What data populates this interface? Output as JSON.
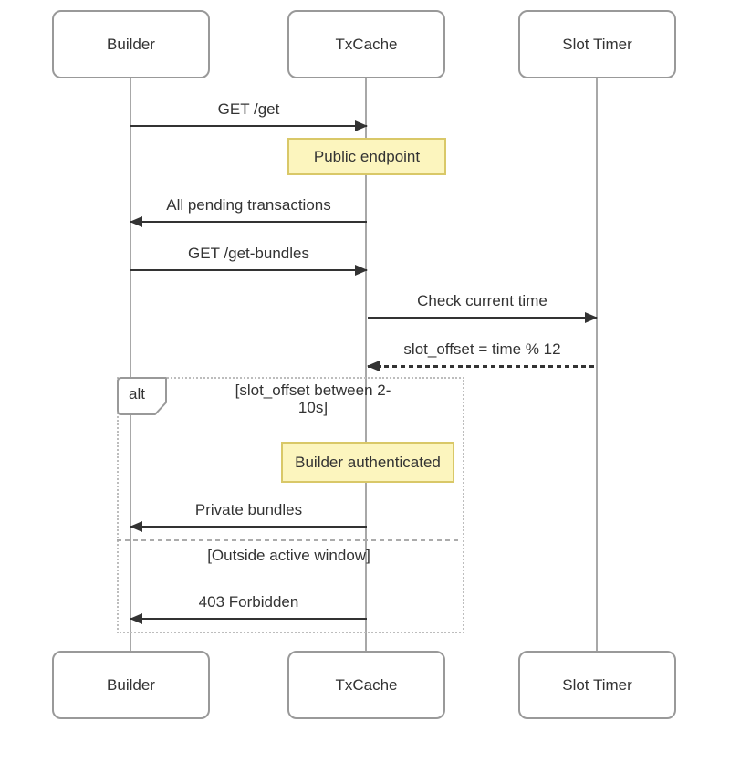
{
  "actors": [
    {
      "label": "Builder"
    },
    {
      "label": "TxCache"
    },
    {
      "label": "Slot Timer"
    }
  ],
  "messages": [
    {
      "label": "GET /get",
      "from": "Builder",
      "to": "TxCache",
      "line": "solid"
    },
    {
      "label": "All pending transactions",
      "from": "TxCache",
      "to": "Builder",
      "line": "solid"
    },
    {
      "label": "GET /get-bundles",
      "from": "Builder",
      "to": "TxCache",
      "line": "solid"
    },
    {
      "label": "Check current time",
      "from": "TxCache",
      "to": "Slot Timer",
      "line": "solid"
    },
    {
      "label": "slot_offset = time % 12",
      "from": "Slot Timer",
      "to": "TxCache",
      "line": "dashed"
    },
    {
      "label": "Private bundles",
      "from": "TxCache",
      "to": "Builder",
      "line": "solid"
    },
    {
      "label": "403 Forbidden",
      "from": "TxCache",
      "to": "Builder",
      "line": "solid"
    }
  ],
  "notes": [
    {
      "text": "Public endpoint"
    },
    {
      "text": "Builder authenticated"
    }
  ],
  "alt_block": {
    "label": "alt",
    "branches": [
      {
        "condition": "[slot_offset between 2-10s]"
      },
      {
        "condition": "[Outside active window]"
      }
    ]
  },
  "colors": {
    "line": "#333333",
    "text": "#333333",
    "lifeline": "#a8a8a8",
    "box_border": "#999999",
    "note_bg": "#fcf5be",
    "note_border": "#d9c868",
    "frame": "#bdbdbd"
  }
}
